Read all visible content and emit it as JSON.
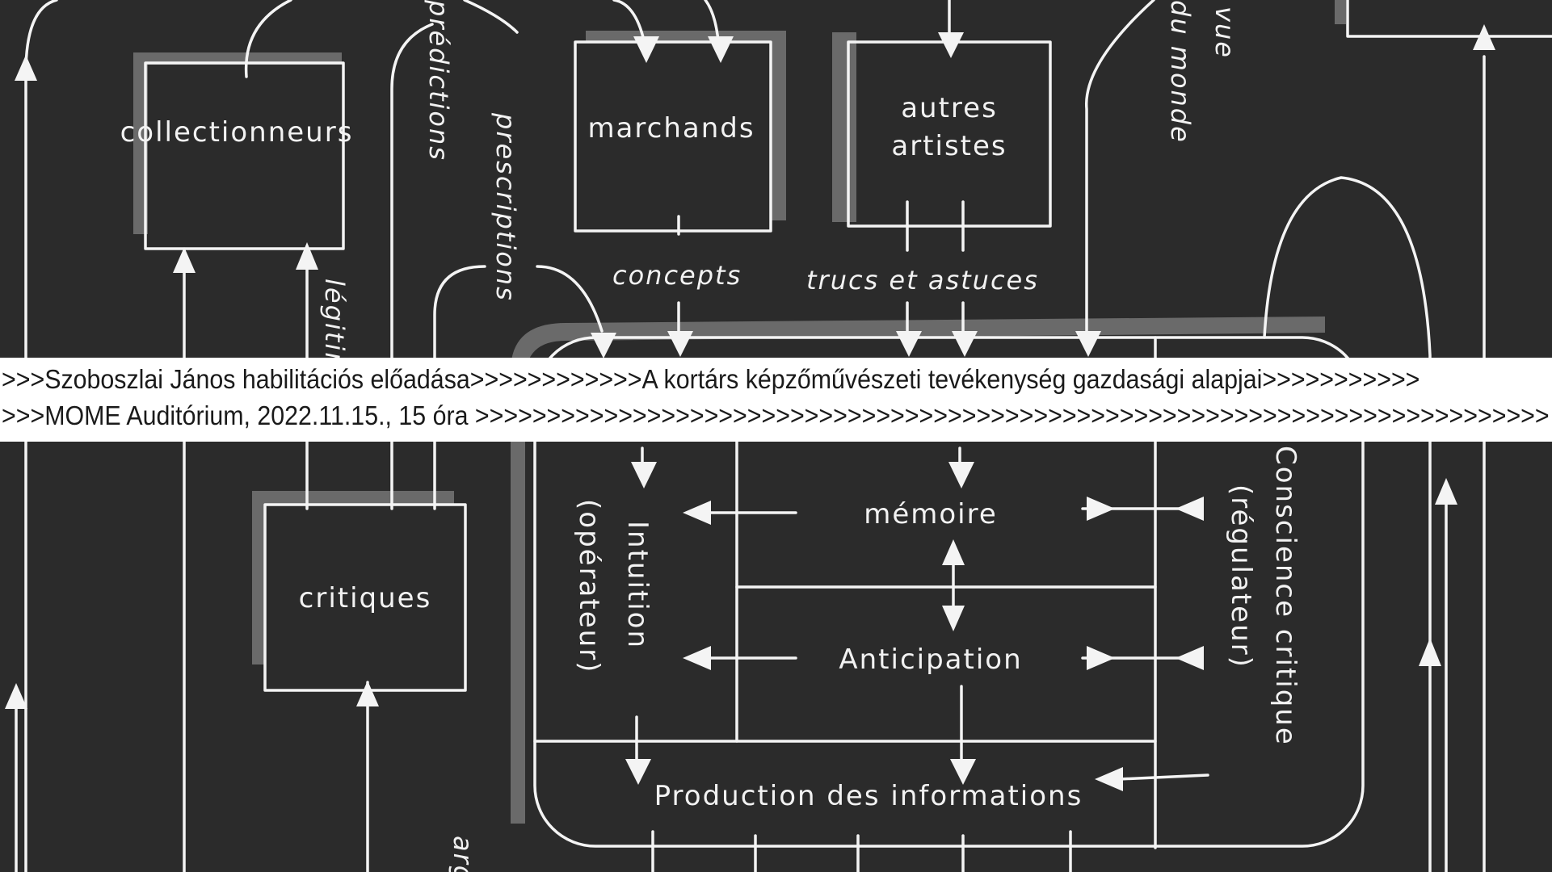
{
  "diagram": {
    "nodes": {
      "collectors": "collectionneurs",
      "dealers": "marchands",
      "other_artists_1": "autres",
      "other_artists_2": "artistes",
      "critics": "critiques",
      "memory": "mémoire",
      "anticipation": "Anticipation",
      "production": "Production des informations",
      "intuition_1": "Intuition",
      "intuition_2": "(opérateur)",
      "conscience_1": "Conscience critique",
      "conscience_2": "(régulateur)"
    },
    "edges": {
      "predictions": "prédictions",
      "prescriptions": "prescriptions",
      "concepts": "concepts",
      "tricks": "trucs et astuces",
      "legitimation": "légitim",
      "world_view_1": "vue",
      "world_view_2": "du monde",
      "arg": "arg"
    }
  },
  "banner": {
    "line1": ">>>Szoboszlai János habilitációs előadása>>>>>>>>>>>>A kortárs képzőművészeti tevékenység gazdasági alapjai>>>>>>>>>>>",
    "line2": ">>>MOME Auditórium, 2022.11.15., 15 óra >>>>>>>>>>>>>>>>>>>>>>>>>>>>>>>>>>>>>>>>>>>>>>>>>>>>>>>>>>>>>>>>>>>>>>>>>>>"
  }
}
